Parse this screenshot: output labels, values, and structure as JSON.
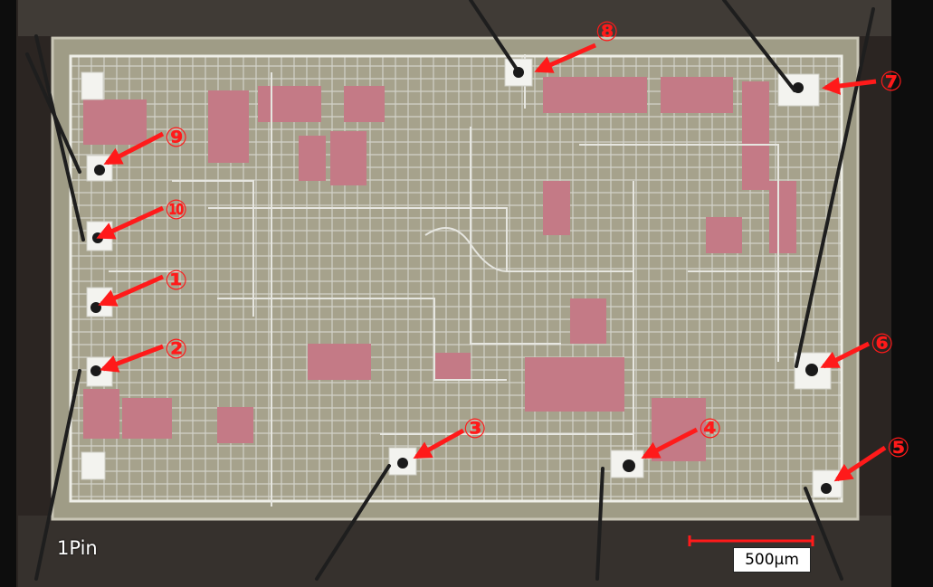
{
  "image": {
    "pin_caption": "1Pin",
    "scale_label": "500μm"
  },
  "colors": {
    "annotation": "#ff1a1a",
    "die_substrate": "#a9a58e",
    "diffusion_pink": "#c47a86",
    "metal": "#e6e6e0",
    "background": "#2b2522"
  },
  "pins": [
    {
      "label": "①"
    },
    {
      "label": "②"
    },
    {
      "label": "③"
    },
    {
      "label": "④"
    },
    {
      "label": "⑤"
    },
    {
      "label": "⑥"
    },
    {
      "label": "⑦"
    },
    {
      "label": "⑧"
    },
    {
      "label": "⑨"
    },
    {
      "label": "⑩"
    }
  ]
}
